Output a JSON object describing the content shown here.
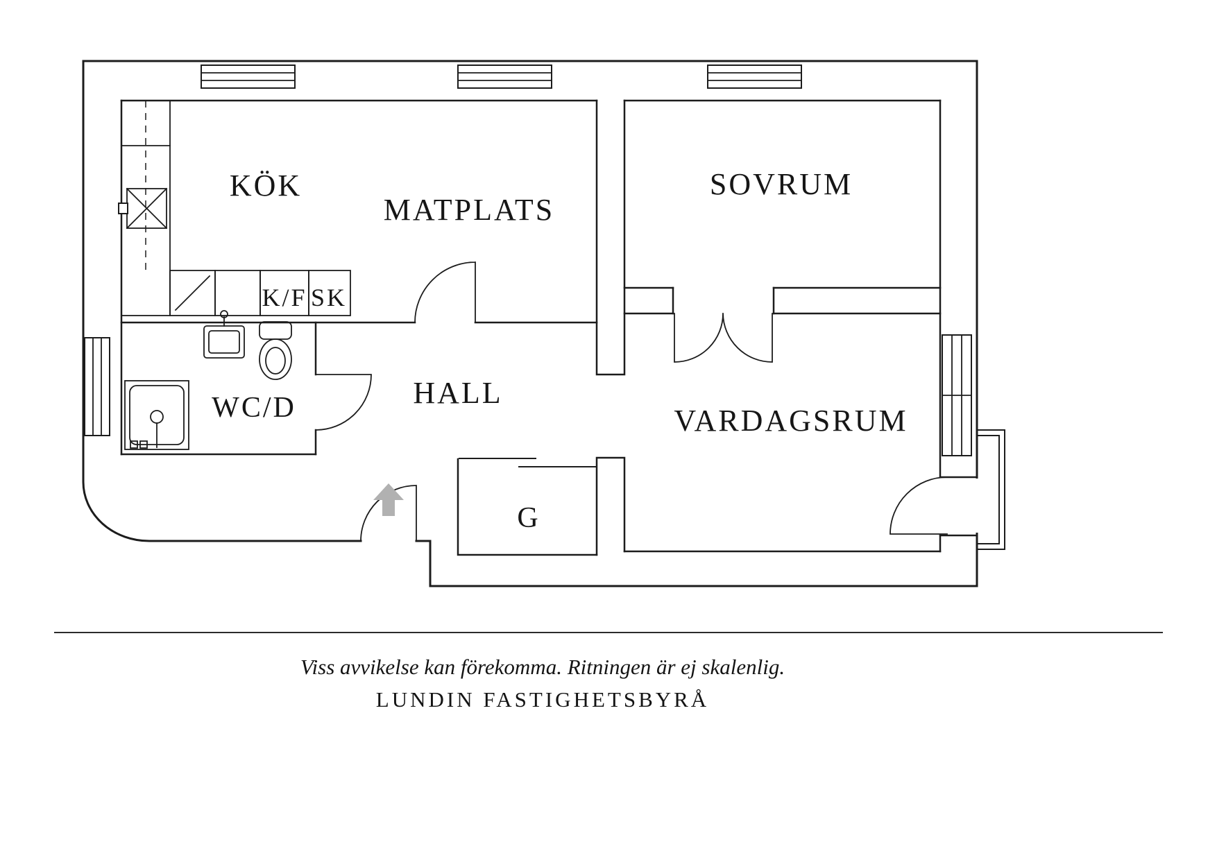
{
  "rooms": {
    "kok": "KÖK",
    "matplats": "MATPLATS",
    "sovrum": "SOVRUM",
    "wcd": "WC/D",
    "hall": "HALL",
    "vardagsrum": "VARDAGSRUM",
    "garderob": "G"
  },
  "appliances": {
    "kf": "K/F",
    "sk": "SK"
  },
  "footer": {
    "disclaimer": "Viss avvikelse kan förekomma. Ritningen är ej skalenlig.",
    "brand": "LUNDIN FASTIGHETSBYRÅ"
  },
  "colors": {
    "line": "#1c1c1c",
    "entry_arrow": "#b1b1b1"
  }
}
